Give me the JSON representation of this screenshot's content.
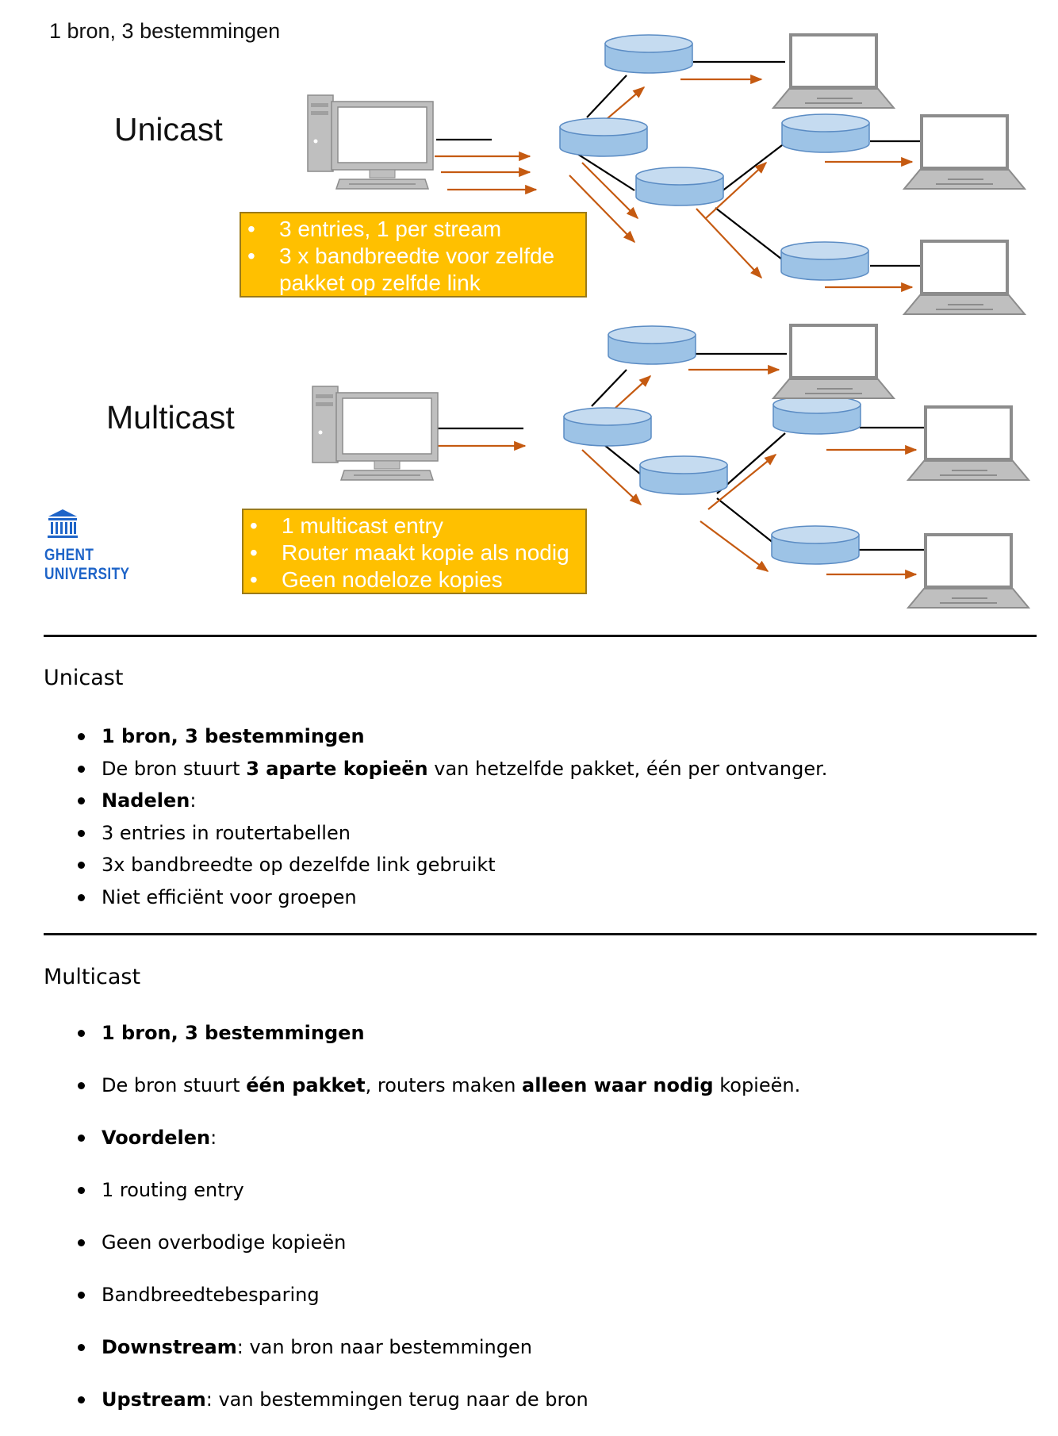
{
  "slide": {
    "caption": "1 bron, 3 bestemmingen",
    "unicast": {
      "heading": "Unicast",
      "box": [
        "3 entries, 1 per stream",
        "3 x bandbreedte voor zelfde",
        "pakket op zelfde link"
      ]
    },
    "multicast": {
      "heading": "Multicast",
      "box": [
        "1 multicast entry",
        "Router maakt kopie als nodig",
        "Geen nodeloze kopies"
      ]
    },
    "logo": {
      "line1": "GHENT",
      "line2": "UNIVERSITY"
    },
    "colors": {
      "box_fill": "#ffc000",
      "box_text": "#ffffff",
      "router_fill": "#9dc3e6",
      "router_stroke": "#5b8cc4",
      "arrow": "#c55a11",
      "link": "#000000",
      "computer": "#bfbfbf",
      "logo": "#1e64c8"
    }
  },
  "notes": {
    "unicast": {
      "heading": "Unicast",
      "items": [
        {
          "parts": [
            {
              "t": "1 bron, 3 bestemmingen",
              "b": true
            }
          ]
        },
        {
          "parts": [
            {
              "t": "De bron stuurt "
            },
            {
              "t": "3 aparte kopieën",
              "b": true
            },
            {
              "t": " van hetzelfde pakket, één per ontvanger."
            }
          ]
        },
        {
          "parts": [
            {
              "t": "Nadelen",
              "b": true
            },
            {
              "t": ":"
            }
          ]
        },
        {
          "parts": [
            {
              "t": "3 entries in routertabellen"
            }
          ]
        },
        {
          "parts": [
            {
              "t": "3x bandbreedte op dezelfde link gebruikt"
            }
          ]
        },
        {
          "parts": [
            {
              "t": "Niet efficiënt voor groepen"
            }
          ]
        }
      ]
    },
    "multicast": {
      "heading": "Multicast",
      "items": [
        {
          "parts": [
            {
              "t": "1 bron, 3 bestemmingen",
              "b": true
            }
          ]
        },
        {
          "parts": [
            {
              "t": "De bron stuurt "
            },
            {
              "t": "één pakket",
              "b": true
            },
            {
              "t": ", routers maken "
            },
            {
              "t": "alleen waar nodig",
              "b": true
            },
            {
              "t": " kopieën."
            }
          ]
        },
        {
          "parts": [
            {
              "t": "Voordelen",
              "b": true
            },
            {
              "t": ":"
            }
          ]
        },
        {
          "parts": [
            {
              "t": "1 routing entry"
            }
          ]
        },
        {
          "parts": [
            {
              "t": "Geen overbodige kopieën"
            }
          ]
        },
        {
          "parts": [
            {
              "t": "Bandbreedtebesparing"
            }
          ]
        },
        {
          "parts": [
            {
              "t": "Downstream",
              "b": true
            },
            {
              "t": ": van bron naar bestemmingen"
            }
          ]
        },
        {
          "parts": [
            {
              "t": "Upstream",
              "b": true
            },
            {
              "t": ": van bestemmingen terug naar de bron"
            }
          ]
        }
      ]
    }
  }
}
